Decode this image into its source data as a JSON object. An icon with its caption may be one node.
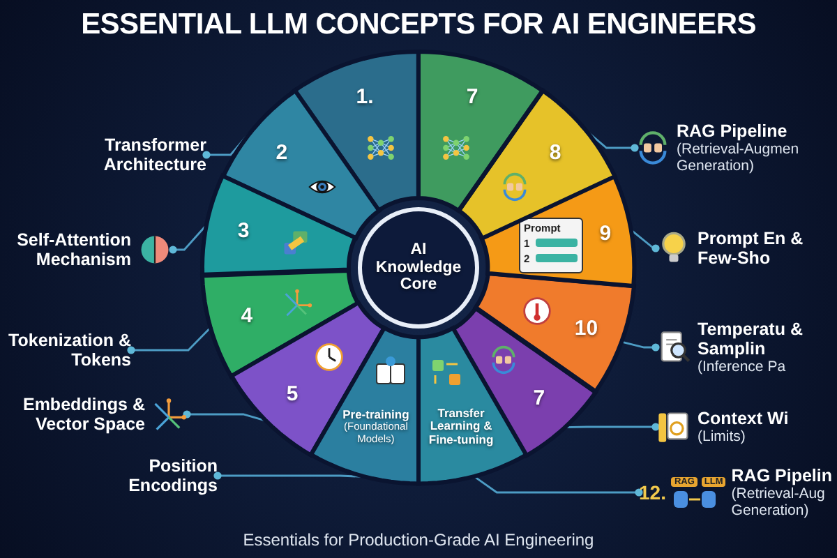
{
  "diagram": {
    "title": "ESSENTIAL **LLM CONCEPTS** FOR **AI ENGINEERS**",
    "caption": "Essentials for Production-Grade AI Engineering",
    "nodes": [
      {
        "text": [
          "Transformer Architecture"
        ]
      },
      {
        "text": [
          "Self-Attention Mechanism"
        ]
      },
      {
        "text": [
          "Tokenization & Tokens"
        ]
      },
      {
        "text": [
          "Embeddings & Vector Space"
        ]
      },
      {
        "text": [
          "Position Encodings"
        ]
      },
      {
        "text": [
          "1."
        ]
      },
      {
        "text": [
          "2"
        ]
      },
      {
        "text": [
          "3"
        ]
      },
      {
        "text": [
          "4"
        ]
      },
      {
        "text": [
          "5"
        ]
      },
      {
        "text": [
          "Pre-training",
          "(Foundational Models)"
        ]
      },
      {
        "text": [
          "Transfer Learning & Fine-tuning"
        ]
      },
      {
        "text": [
          "7"
        ]
      },
      {
        "text": [
          "10"
        ]
      },
      {
        "text": [
          "Prompt",
          "1",
          "2",
          "9"
        ]
      },
      {
        "text": [
          "8"
        ]
      },
      {
        "text": [
          "7"
        ]
      },
      {
        "text": [
          "AI Knowledge Core"
        ]
      },
      {
        "text": [
          "RAG Pipeline",
          "(Retrieval-Augmen Generation)"
        ]
      },
      {
        "text": [
          "Prompt En & Few-Sho"
        ]
      },
      {
        "text": [
          "Temperatu & Samplin",
          "(Inference Pa"
        ]
      },
      {
        "text": [
          "Context Wi",
          "(Limits)"
        ]
      },
      {
        "text": [
          "12.",
          "RAG",
          "LLM",
          "RAG Pipelin",
          "(Retrieval-Aug Generation)"
        ]
      }
    ],
    "edges": [
      {
        "from": 0,
        "to": 6,
        "arrow": "other"
      },
      {
        "from": 1,
        "to": 7,
        "arrow": "other"
      },
      {
        "from": 2,
        "to": 8,
        "arrow": "other"
      },
      {
        "from": 3,
        "to": 9,
        "arrow": "other"
      },
      {
        "from": 4,
        "to": 10,
        "arrow": "other"
      },
      {
        "from": 18,
        "to": 15,
        "arrow": "other"
      },
      {
        "from": 19,
        "to": 14,
        "arrow": "other"
      },
      {
        "from": 20,
        "to": 13,
        "arrow": "other"
      },
      {
        "from": 21,
        "to": 12,
        "arrow": "other"
      },
      {
        "from": 22,
        "to": 11,
        "arrow": "other"
      }
    ]
  }
}
